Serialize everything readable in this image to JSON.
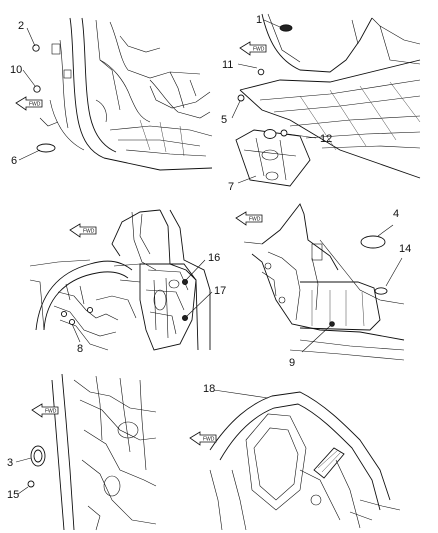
{
  "callouts": [
    {
      "id": "1",
      "label": "1"
    },
    {
      "id": "2",
      "label": "2"
    },
    {
      "id": "3",
      "label": "3"
    },
    {
      "id": "4",
      "label": "4"
    },
    {
      "id": "5",
      "label": "5"
    },
    {
      "id": "6",
      "label": "6"
    },
    {
      "id": "7",
      "label": "7"
    },
    {
      "id": "8",
      "label": "8"
    },
    {
      "id": "9",
      "label": "9"
    },
    {
      "id": "10",
      "label": "10"
    },
    {
      "id": "11",
      "label": "11"
    },
    {
      "id": "12",
      "label": "12"
    },
    {
      "id": "14",
      "label": "14"
    },
    {
      "id": "15",
      "label": "15"
    },
    {
      "id": "16",
      "label": "16"
    },
    {
      "id": "17",
      "label": "17"
    },
    {
      "id": "18",
      "label": "18"
    }
  ],
  "direction_arrows": [
    {
      "id": "arrow-view-1",
      "icon": "forward-arrow-icon"
    },
    {
      "id": "arrow-view-2",
      "icon": "forward-arrow-icon"
    },
    {
      "id": "arrow-view-3",
      "icon": "forward-arrow-icon"
    },
    {
      "id": "arrow-view-4",
      "icon": "forward-arrow-icon"
    },
    {
      "id": "arrow-view-5",
      "icon": "forward-arrow-icon"
    },
    {
      "id": "arrow-view-6",
      "icon": "forward-arrow-icon"
    }
  ],
  "colors": {
    "line": "#111111",
    "background": "#ffffff"
  }
}
